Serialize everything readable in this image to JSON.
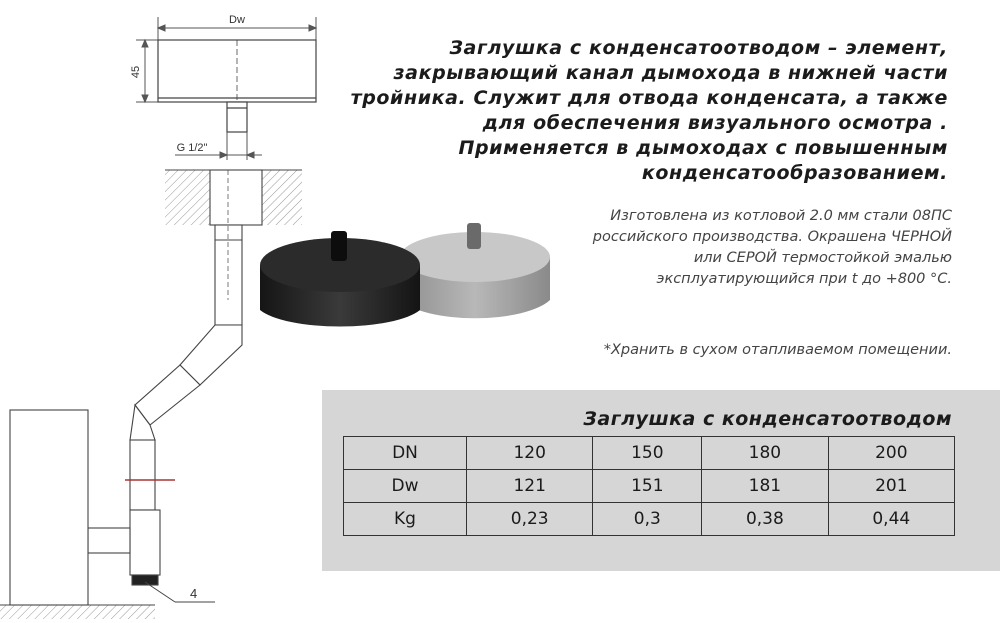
{
  "drawing": {
    "dim_width": "Dw",
    "dim_height": "45",
    "dim_thread": "G 1/2\"",
    "callout": "4"
  },
  "heading": "Заглушка с конденсатоотводом – элемент, закрывающий канал дымохода в нижней части тройника. Служит для отвода конденсата, а также для обеспечения визуального осмотра . Применяется в дымоходах с повышенным конденсатообразованием.",
  "description": "Изготовлена из котловой 2.0 мм стали 08ПС российского производства. Окрашена ЧЕРНОЙ или СЕРОЙ термостойкой эмалью эксплуатирующийся при t до +800 °С.",
  "note": "*Хранить в сухом отапливаемом помещении.",
  "table": {
    "title": "Заглушка с конденсатоотводом",
    "rows": [
      {
        "label": "DN",
        "values": [
          "120",
          "150",
          "180",
          "200"
        ]
      },
      {
        "label": "Dw",
        "values": [
          "121",
          "151",
          "181",
          "201"
        ]
      },
      {
        "label": "Kg",
        "values": [
          "0,23",
          "0,3",
          "0,38",
          "0,44"
        ]
      }
    ]
  },
  "colors": {
    "panel": "#d6d6d6",
    "cap_black": "#1e1e1e",
    "cap_gray": "#a9a9a9"
  }
}
